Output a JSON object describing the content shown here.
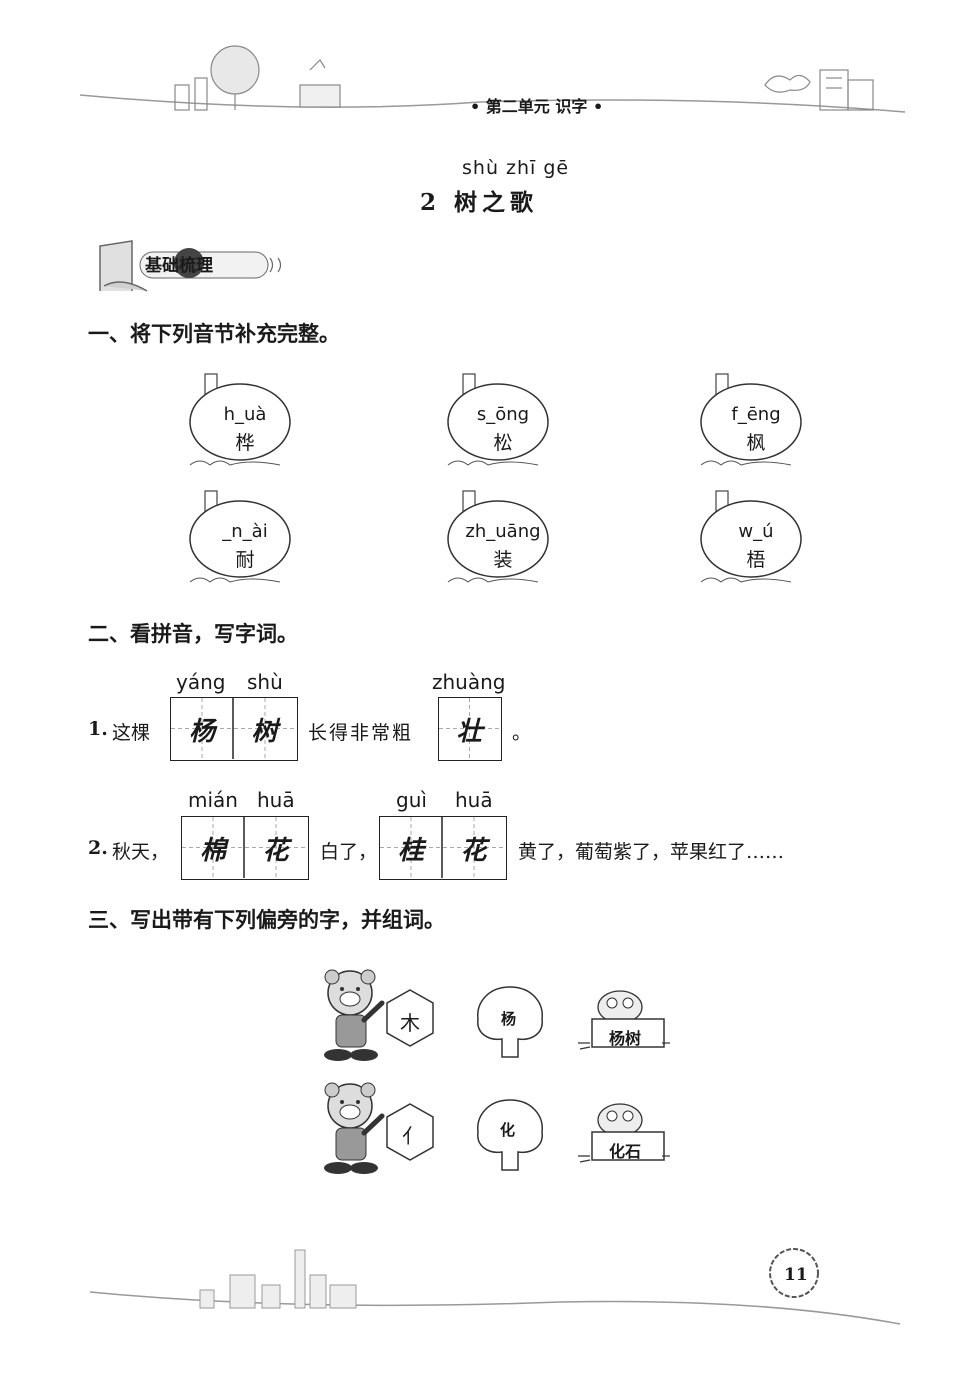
{
  "header": {
    "unit": "第二单元  识字",
    "lesson_pinyin": "shù zhī gē",
    "lesson_title": "2  树之歌"
  },
  "badge": {
    "label": "基础梳理"
  },
  "q1": {
    "title": "一、将下列音节补充完整。",
    "items": [
      {
        "pinyin": "h_uà",
        "char": "桦"
      },
      {
        "pinyin": "s_ōng",
        "char": "松"
      },
      {
        "pinyin": "f_ēng",
        "char": "枫"
      },
      {
        "pinyin": "_n_ài",
        "char": "耐"
      },
      {
        "pinyin": "zh_uāng",
        "char": "装"
      },
      {
        "pinyin": "w_ú",
        "char": "梧"
      }
    ]
  },
  "q2": {
    "title": "二、看拼音，写字词。",
    "s1": {
      "num": "1.",
      "pre": "这棵",
      "py1": "yáng",
      "py2": "shù",
      "c1": "杨",
      "c2": "树",
      "mid": "长得非常粗",
      "py3": "zhuàng",
      "c3": "壮",
      "post": "。"
    },
    "s2": {
      "num": "2.",
      "pre": "秋天，",
      "py1": "mián",
      "py2": "huā",
      "c1": "棉",
      "c2": "花",
      "mid": "白了，",
      "py3": "guì",
      "py4": "huā",
      "c3": "桂",
      "c4": "花",
      "post": "黄了，葡萄紫了，苹果红了……"
    }
  },
  "q3": {
    "title": "三、写出带有下列偏旁的字，并组词。",
    "rows": [
      {
        "radical": "木",
        "char": "杨",
        "word": "杨树"
      },
      {
        "radical": "亻",
        "char": "化",
        "word": "化石"
      }
    ]
  },
  "footer": {
    "page": "11"
  }
}
